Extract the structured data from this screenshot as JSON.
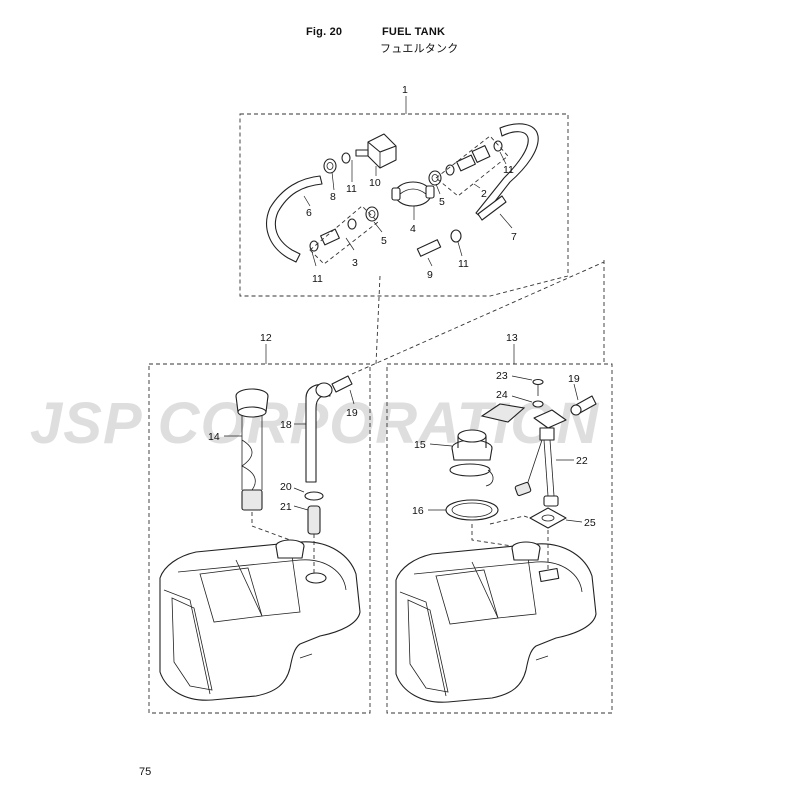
{
  "header": {
    "fig_label": "Fig. 20",
    "title_en": "FUEL TANK",
    "title_jp": "フュエルタンク"
  },
  "page_number": "75",
  "watermark": "JSP CORPORATION",
  "callouts": {
    "c1": "1",
    "c2": "2",
    "c3": "3",
    "c4": "4",
    "c5a": "5",
    "c5b": "5",
    "c6": "6",
    "c7": "7",
    "c8": "8",
    "c9": "9",
    "c10": "10",
    "c11a": "11",
    "c11b": "11",
    "c11c": "11",
    "c11d": "11",
    "c12": "12",
    "c13": "13",
    "c14": "14",
    "c15": "15",
    "c16": "16",
    "c18": "18",
    "c19a": "19",
    "c19b": "19",
    "c20": "20",
    "c21": "21",
    "c22": "22",
    "c23": "23",
    "c24": "24",
    "c25": "25"
  }
}
